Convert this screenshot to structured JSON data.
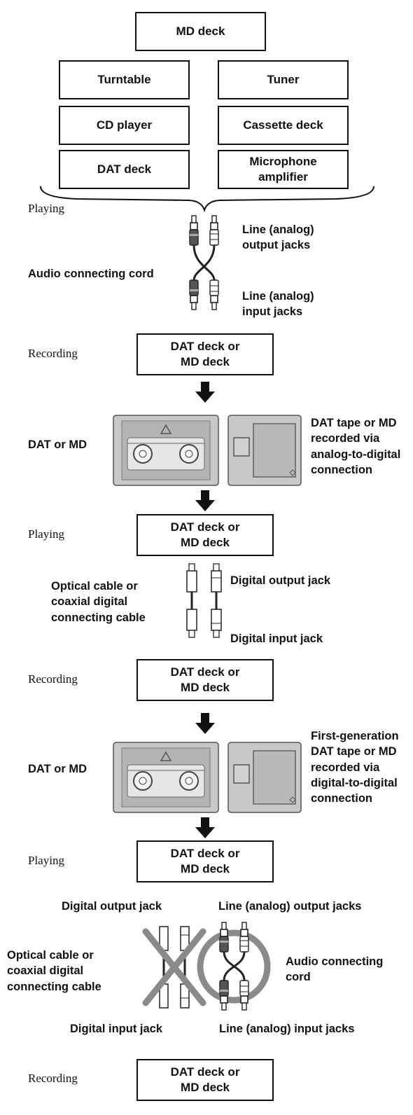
{
  "sources": {
    "md_deck": "MD deck",
    "turntable": "Turntable",
    "tuner": "Tuner",
    "cd_player": "CD player",
    "cassette_deck": "Cassette deck",
    "dat_deck": "DAT deck",
    "microphone_amplifier": "Microphone\namplifier"
  },
  "stage1": {
    "playing": "Playing",
    "line_output": "Line (analog)\noutput jacks",
    "cord": "Audio connecting cord",
    "line_input": "Line (analog)\ninput jacks",
    "recording": "Recording",
    "recorder": "DAT deck or\nMD deck"
  },
  "media1": {
    "label": "DAT or MD",
    "caption": "DAT tape or MD\nrecorded via\nanalog-to-digital\nconnection"
  },
  "stage2": {
    "playing": "Playing",
    "player": "DAT deck or\nMD deck",
    "cable": "Optical cable or\ncoaxial digital\nconnecting cable",
    "digital_output": "Digital output jack",
    "digital_input": "Digital input jack",
    "recording": "Recording",
    "recorder": "DAT deck or\nMD deck"
  },
  "media2": {
    "label": "DAT or MD",
    "caption": "First-generation\nDAT tape or MD\nrecorded via\ndigital-to-digital\nconnection"
  },
  "stage3": {
    "playing": "Playing",
    "player": "DAT deck or\nMD deck",
    "digital_output": "Digital output jack",
    "line_output": "Line (analog) output jacks",
    "cable": "Optical cable or\ncoaxial digital\nconnecting cable",
    "cord": "Audio connecting\ncord",
    "digital_input": "Digital input jack",
    "line_input": "Line (analog) input jacks",
    "recording": "Recording",
    "recorder": "DAT deck or\nMD deck"
  }
}
